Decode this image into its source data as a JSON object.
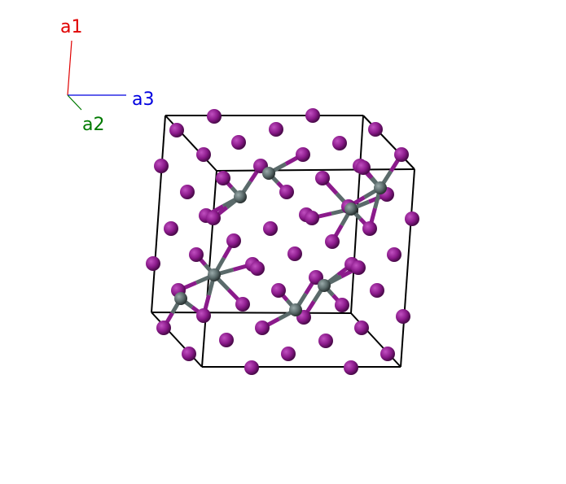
{
  "axes": {
    "a1": {
      "label": "a1",
      "color": "#e00000"
    },
    "a2": {
      "label": "a2",
      "color": "#007a00"
    },
    "a3": {
      "label": "a3",
      "color": "#0000e0"
    }
  },
  "colors": {
    "halide_atom": "#8b1a8b",
    "metal_atom": "#5a6a6a",
    "cell_edge": "#000000"
  }
}
